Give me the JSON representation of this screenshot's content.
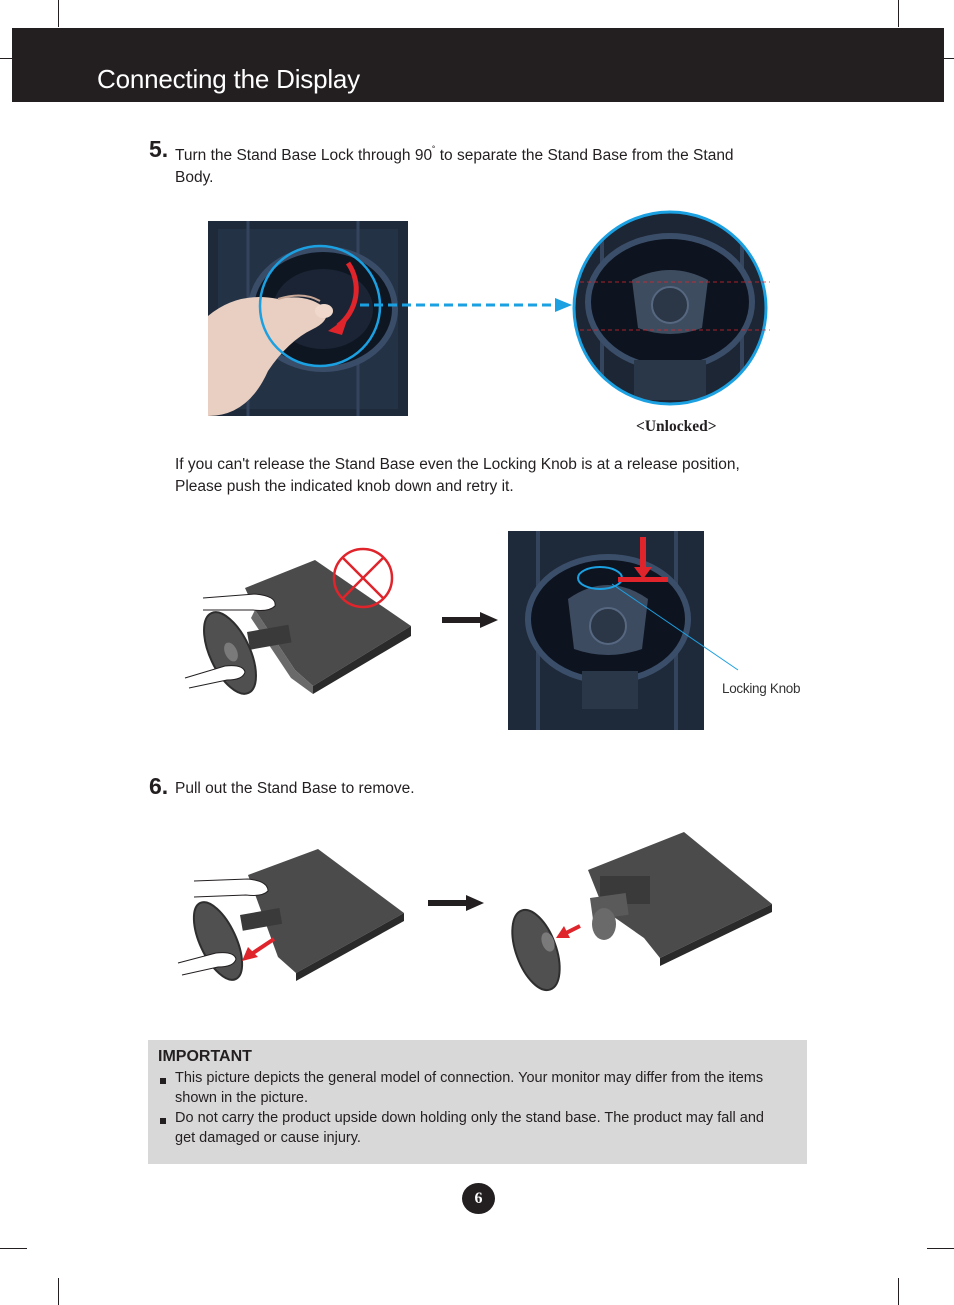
{
  "header": {
    "title": "Connecting the Display"
  },
  "steps": [
    {
      "number": "5.",
      "line1": "Turn the Stand Base Lock through 90",
      "degree": "˚",
      "line1_rest": " to separate the Stand Base from the Stand",
      "line2": "Body.",
      "caption": "<Unlocked>",
      "note_line1": "If you can't release the Stand Base even the Locking Knob is at a release position,",
      "note_line2": "Please push the indicated knob down and retry it.",
      "knob_label": "Locking Knob"
    },
    {
      "number": "6.",
      "text": "Pull out the Stand Base to remove."
    }
  ],
  "important": {
    "title": "IMPORTANT",
    "items": [
      {
        "line1": "This picture depicts the general model of connection. Your monitor may differ from the items",
        "line2": "shown in the picture."
      },
      {
        "line1": "Do not carry the product upside down holding only the stand base. The product may fall and",
        "line2": "get damaged or cause injury."
      }
    ]
  },
  "page_number": "6",
  "colors": {
    "header_bg": "#231f20",
    "highlight_blue": "#1ba0e2",
    "arrow_red": "#e0242b",
    "important_bg": "#d9d8d8"
  }
}
